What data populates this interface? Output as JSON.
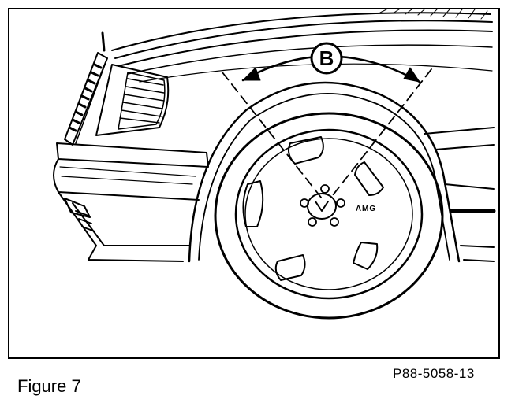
{
  "figure": {
    "caption": "Figure 7",
    "part_number": "P88-5058-13",
    "callout_label": "B",
    "wheel_badge": "AMG"
  },
  "colors": {
    "ink": "#000000",
    "paper": "#ffffff"
  }
}
